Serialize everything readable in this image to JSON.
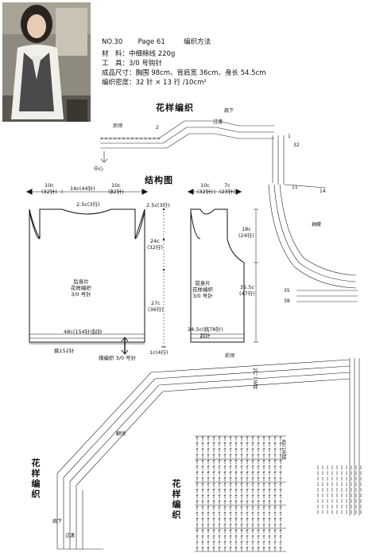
{
  "header": {
    "number": "NO.30",
    "page": "Page 61",
    "section_title": "编织方法"
  },
  "materials": {
    "material": "材　料：中细棉线 220g",
    "tool": "工　具：3/0 号钩针",
    "size": "成品尺寸：胸围 98cm、背肩宽 36cm、身长 54.5cm",
    "gauge": "编织密度：32 针 × 13 行 /10cm²"
  },
  "pattern_top": {
    "title": "花样编织",
    "label_back_neck": "后领",
    "label_shoulder": "肩下",
    "label_transition": "过渡",
    "label_center": "中心",
    "arrow_2": "2",
    "arrow_1": "1",
    "arrow_32": "32",
    "arrow_11": "11",
    "arrow_14": "14",
    "arrow_armhole": "袖窿",
    "arrow_35": "35",
    "arrow_38": "38"
  },
  "structure": {
    "title": "结构图",
    "back": {
      "top_left": "10c",
      "top_left_rows": "(32针)",
      "top_mid": "14c(44针)",
      "top_right": "10c",
      "top_right_rows": "(32针)",
      "neck_depth": "2.5c(3行)",
      "body_label": "后身片",
      "pattern_label": "花样编织",
      "hook_label": "3/0 号针",
      "bottom": "48c(154针)起针",
      "cast_on": "挑152针",
      "edging": "缘编织 3/0 号针"
    },
    "side": {
      "top": "2.5c(3行)",
      "upper": "24c",
      "upper_rows": "(32行)",
      "lower": "27c",
      "lower_rows": "(36行)",
      "bottom": "1c(4行)"
    },
    "front": {
      "top_left": "10c",
      "top_left_rows": "(32针)",
      "top_right": "7c",
      "top_right_rows": "(23针)",
      "neck_depth": "18c",
      "neck_rows": "(24行)",
      "body_depth": "35.5c",
      "body_rows": "(47行)",
      "body_label": "前身片",
      "pattern_label": "花样编织",
      "hook_label": "3/0 号针",
      "bottom": "24.5c(挑78针)",
      "bottom2": "起针"
    }
  },
  "pattern_bottom_left": {
    "title": "花样编织",
    "label_front": "前领",
    "label_shoulder": "肩下",
    "label_transition": "过渡",
    "label_border": "翻领"
  },
  "pattern_bottom_mid": {
    "title": "花样编织",
    "note_top": "2行一花样",
    "note_right": "4针1花样"
  }
}
